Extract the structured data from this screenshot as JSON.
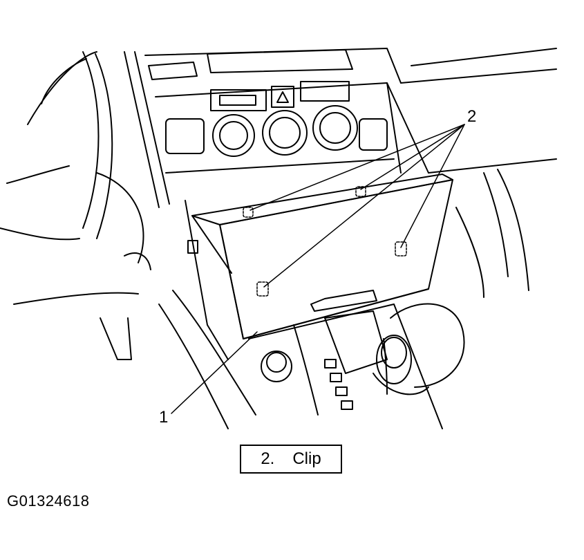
{
  "callouts": [
    {
      "number": "1"
    },
    {
      "number": "2"
    }
  ],
  "legend": {
    "number": "2.",
    "label": "Clip"
  },
  "figure_id": "G01324618"
}
